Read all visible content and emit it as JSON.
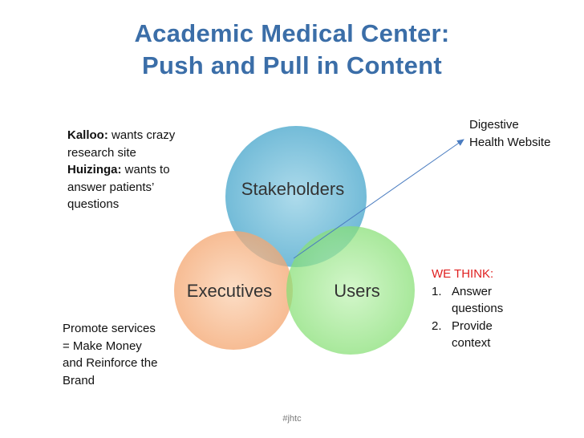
{
  "title": {
    "line1": "Academic Medical Center:",
    "line2": "Push and Pull in Content"
  },
  "colors": {
    "title": "#3b6ea8",
    "stakeholders": "#7ec3dc",
    "executives": "#f6b98a",
    "users": "#9ee68e",
    "we_think": "#e02020",
    "arrow": "#4a7cc0"
  },
  "diagram": {
    "circles": [
      {
        "label": "Stakeholders"
      },
      {
        "label": "Executives"
      },
      {
        "label": "Users"
      }
    ]
  },
  "notes": {
    "left_top": {
      "kalloo_name": "Kalloo:",
      "kalloo_text": "wants crazy",
      "kalloo_text2": "research site",
      "huizinga_name": "Huizinga:",
      "huizinga_text": "wants to",
      "huizinga_text2": "answer patients’",
      "huizinga_text3": "questions"
    },
    "left_bottom": {
      "line1": "Promote services",
      "line2": "= Make Money",
      "line3": "and Reinforce the",
      "line4": "Brand"
    },
    "right_top": {
      "line1": "Digestive",
      "line2": "Health Website"
    },
    "right": {
      "heading": "WE THINK:",
      "items": [
        {
          "num": "1.",
          "line1": "Answer",
          "line2": "questions"
        },
        {
          "num": "2.",
          "line1": "Provide",
          "line2": "context"
        }
      ]
    }
  },
  "footer": "#jhtc"
}
